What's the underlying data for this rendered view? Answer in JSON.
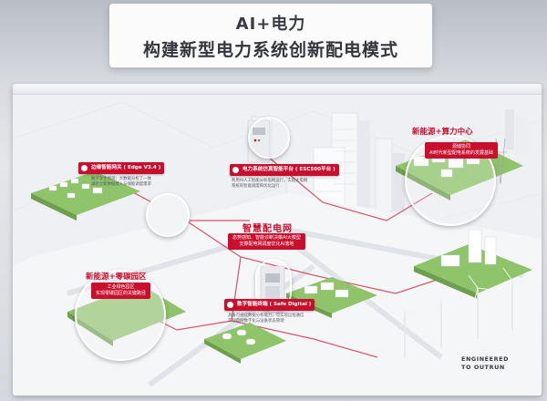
{
  "title": {
    "line1": "AI+电力",
    "line2": "构建新型电力系统创新配电模式"
  },
  "regions": {
    "newenergy_compute": "新能源+算力中心",
    "newenergy_zerocarbon": "新能源+零碳园区",
    "smart_grid": "智慧配电网"
  },
  "tags": {
    "edge_gateway": "边缘智能网关 ( Edge V3.4 )",
    "digital_platform": "电力系统仿真智能平台 ( ESC500平台 )",
    "safe_digital": "数字智能终端 ( Safe Digital )"
  },
  "boxes": {
    "compute_center": "源储协同\nAI时代新型配电系统的发展基础",
    "industrial_park": "工业绿色园区\n实现零碳园区的关键路径",
    "smart_grid_box": "态势感知、智能诊断决策AI大模型\n支撑配电网调度优化AI落地"
  },
  "notes": {
    "edge_note": "数字孪生预测：大数据分析了一体\n满足全新数据接入与储能调度需求",
    "platform_note": "利用AI人工智能分析电网运行，实现大电网\n系统的智能调度和优化运行",
    "safe_note": "具备可视化数据分析能力，可实现远程通信\n实现电网数字化与设备状态管理"
  },
  "brand": {
    "line1": "ENGINEERED",
    "line2": "TO OUTRUN"
  },
  "colors": {
    "accent": "#c8102e",
    "line": "#d23a4f",
    "grass": "#8fc46a"
  }
}
